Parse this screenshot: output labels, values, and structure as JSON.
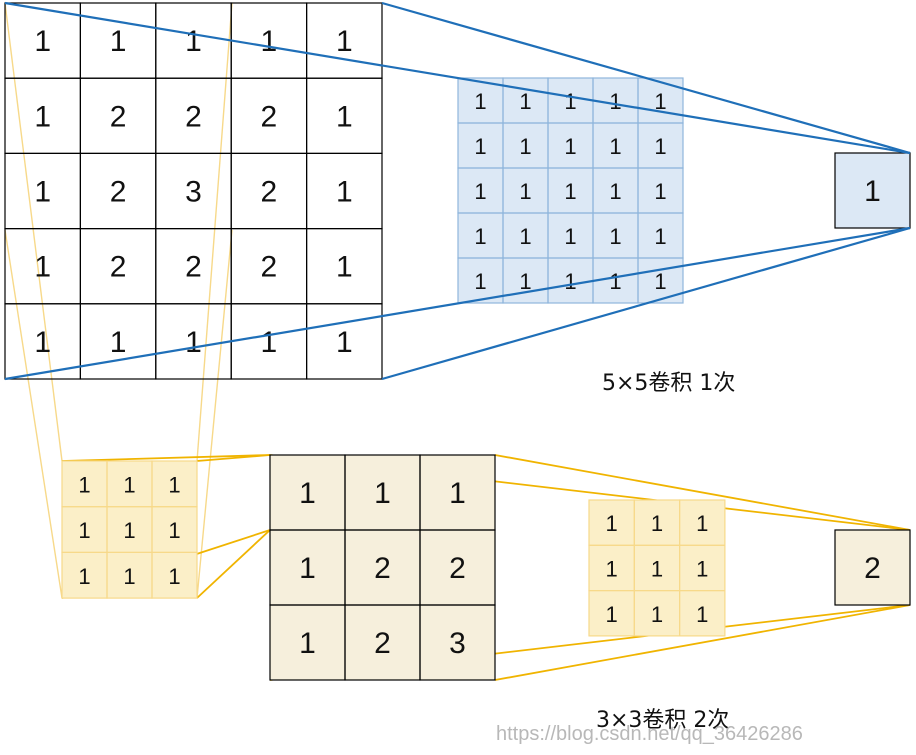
{
  "input_grid": [
    [
      1,
      1,
      1,
      1,
      1
    ],
    [
      1,
      2,
      2,
      2,
      1
    ],
    [
      1,
      2,
      3,
      2,
      1
    ],
    [
      1,
      2,
      2,
      2,
      1
    ],
    [
      1,
      1,
      1,
      1,
      1
    ]
  ],
  "kernel_5x5": [
    [
      1,
      1,
      1,
      1,
      1
    ],
    [
      1,
      1,
      1,
      1,
      1
    ],
    [
      1,
      1,
      1,
      1,
      1
    ],
    [
      1,
      1,
      1,
      1,
      1
    ],
    [
      1,
      1,
      1,
      1,
      1
    ]
  ],
  "result_5x5": "1",
  "caption_5x5": "5×5卷积  1次",
  "kernel_3x3_first": [
    [
      1,
      1,
      1
    ],
    [
      1,
      1,
      1
    ],
    [
      1,
      1,
      1
    ]
  ],
  "intermediate_grid": [
    [
      1,
      1,
      1
    ],
    [
      1,
      2,
      2
    ],
    [
      1,
      2,
      3
    ]
  ],
  "kernel_3x3_second": [
    [
      1,
      1,
      1
    ],
    [
      1,
      1,
      1
    ],
    [
      1,
      1,
      1
    ]
  ],
  "result_3x3": "2",
  "caption_3x3": "3×3卷积  2次",
  "watermark": "https://blog.csdn.net/qq_36426286",
  "colors": {
    "blue_line": "#1f6fb8",
    "blue_fill": "#dce8f5",
    "blue_grid": "#8fb6dc",
    "gold_line": "#f0b400",
    "gold_light": "#f7d98a",
    "gold_fill": "#fbefc8",
    "beige_fill": "#f6efdc",
    "black": "#000000"
  }
}
